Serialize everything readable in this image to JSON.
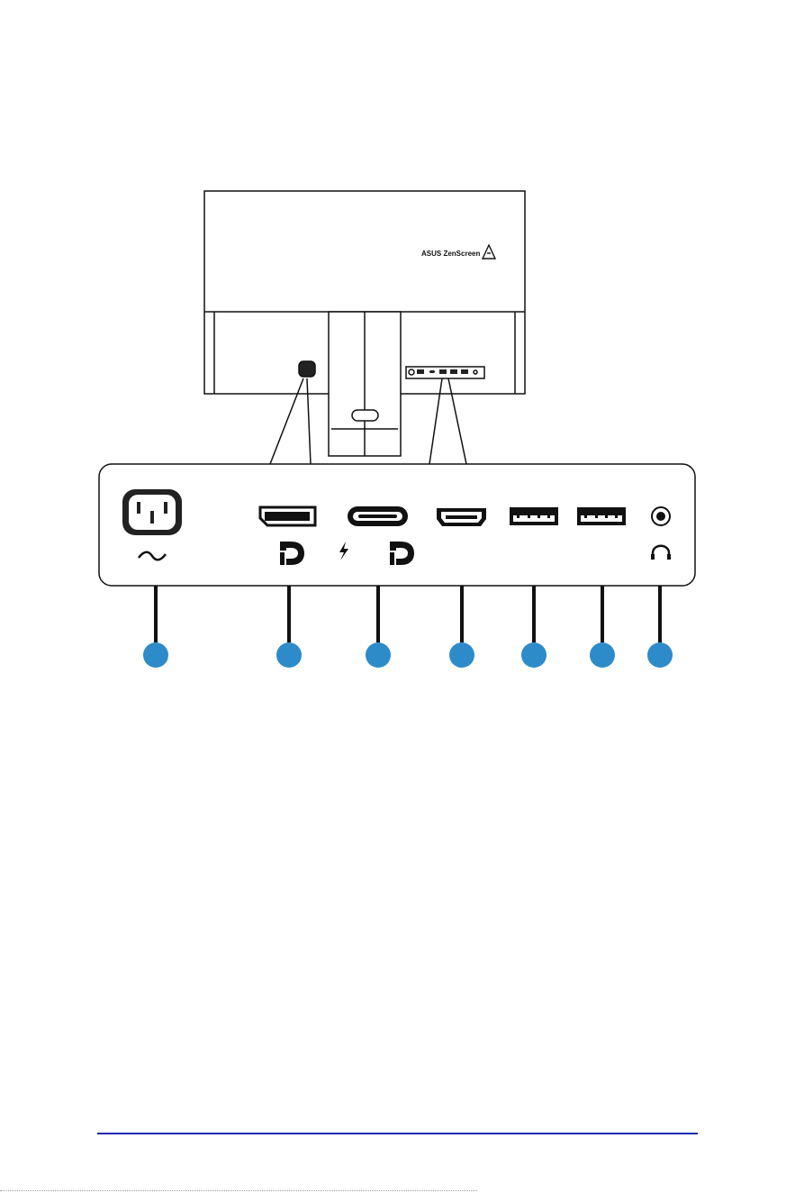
{
  "monitor": {
    "brand_text": "ASUS ZenScreen"
  },
  "ports": [
    {
      "id": "ac-power",
      "icon": "ac-power-icon",
      "symbol": "~"
    },
    {
      "id": "displayport",
      "icon": "displayport-icon",
      "symbol": "DP"
    },
    {
      "id": "usb-c",
      "icon": "usb-c-icon",
      "symbol": "lightning-dp"
    },
    {
      "id": "hdmi",
      "icon": "hdmi-icon",
      "symbol": ""
    },
    {
      "id": "usb-a-1",
      "icon": "usb-a-icon",
      "symbol": ""
    },
    {
      "id": "usb-a-2",
      "icon": "usb-a-icon",
      "symbol": ""
    },
    {
      "id": "earphone-jack",
      "icon": "headphone-icon",
      "symbol": "headphones"
    }
  ],
  "colors": {
    "callout": "#2e8bc9",
    "footer_rule": "#1f2bb0",
    "outline": "#111111"
  }
}
